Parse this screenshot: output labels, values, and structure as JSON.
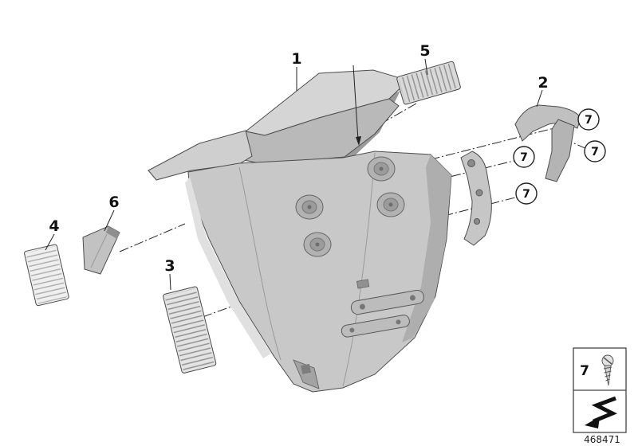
{
  "diagram": {
    "part_number": "468471",
    "callouts": {
      "c1": "1",
      "c2": "2",
      "c3": "3",
      "c4": "4",
      "c5": "5",
      "c6": "6"
    },
    "fasteners": {
      "f1": "7",
      "f2": "7",
      "f3": "7",
      "f4": "7"
    },
    "legend": {
      "item": "7",
      "screw_icon": "screw-icon",
      "arrow_icon": "direction-arrow-icon"
    },
    "accent_colors": {
      "part_fill": "#c8c8c8",
      "part_shadow": "#9a9a9a",
      "part_highlight": "#e0e0e0",
      "line": "#222222"
    }
  }
}
